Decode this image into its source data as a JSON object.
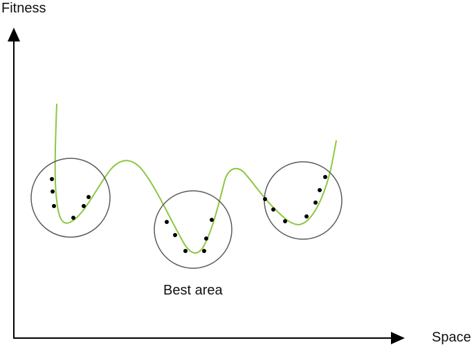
{
  "labels": {
    "y_axis": "Fitness",
    "x_axis": "Space",
    "best_area": "Best area"
  },
  "colors": {
    "curve": "#8dc63f",
    "axis": "#000000",
    "circle": "#5a5a5a",
    "point": "#000000"
  }
}
